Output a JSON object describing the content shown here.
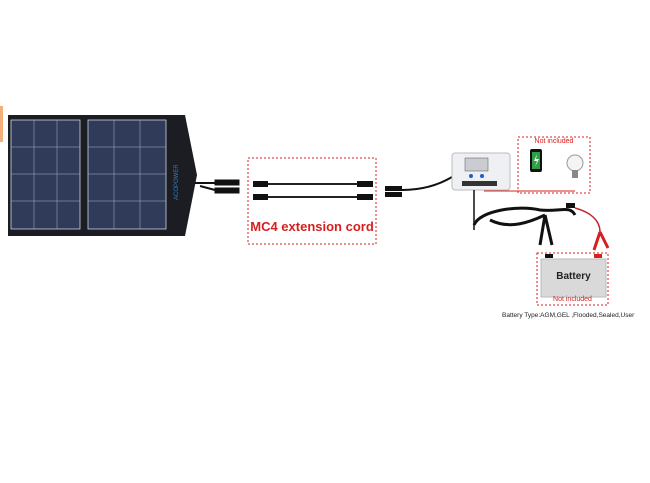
{
  "labels": {
    "extension_cord": "MC4 extension cord",
    "accessories_note": "Not included",
    "battery": "Battery",
    "battery_note": "Not included",
    "battery_types": "Battery Type:AGM,GEL ,Flooded,Sealed,User"
  },
  "colors": {
    "accent_red": "#d6201f",
    "panel": "#27324a",
    "battery": "#d9d9d9"
  },
  "icons": [
    "solar-panel",
    "mc4-cable",
    "charge-controller",
    "phone-charging",
    "light-bulb",
    "battery-clamps",
    "battery"
  ]
}
